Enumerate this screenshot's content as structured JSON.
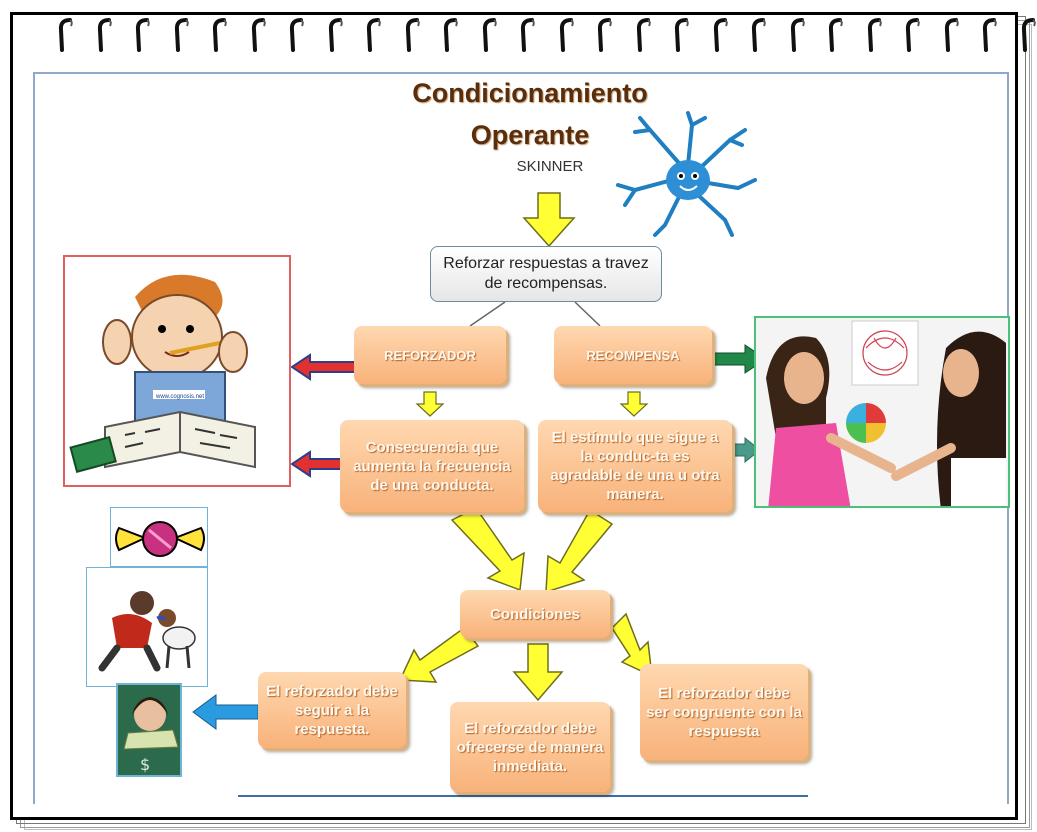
{
  "title_line1": "Condicionamiento",
  "title_line2": "Operante",
  "author": "SKINNER",
  "top_box": "Reforzar respuestas a travez de recompensas.",
  "reforzador": "REFORZADOR",
  "recompensa": "RECOMPENSA",
  "reforzador_def": "Consecuencia que aumenta la frecuencia de una conducta.",
  "recompensa_def": "El estímulo que sigue a la conduc-ta es agradable de una u otra manera.",
  "condiciones": "Condiciones",
  "cond_1": "El reforzador debe seguir a la respuesta.",
  "cond_2": "El reforzador debe ofrecerse de manera inmediata.",
  "cond_3": "El reforzador debe ser congruente con la respuesta",
  "book_caption": "www.cognosis.net",
  "colors": {
    "orange_box": "#f8b27a",
    "yellow_arrow": "#ffff33",
    "red_arrow": "#e53030",
    "green_arrow": "#22884a",
    "blue_arrow": "#2a9be0"
  }
}
